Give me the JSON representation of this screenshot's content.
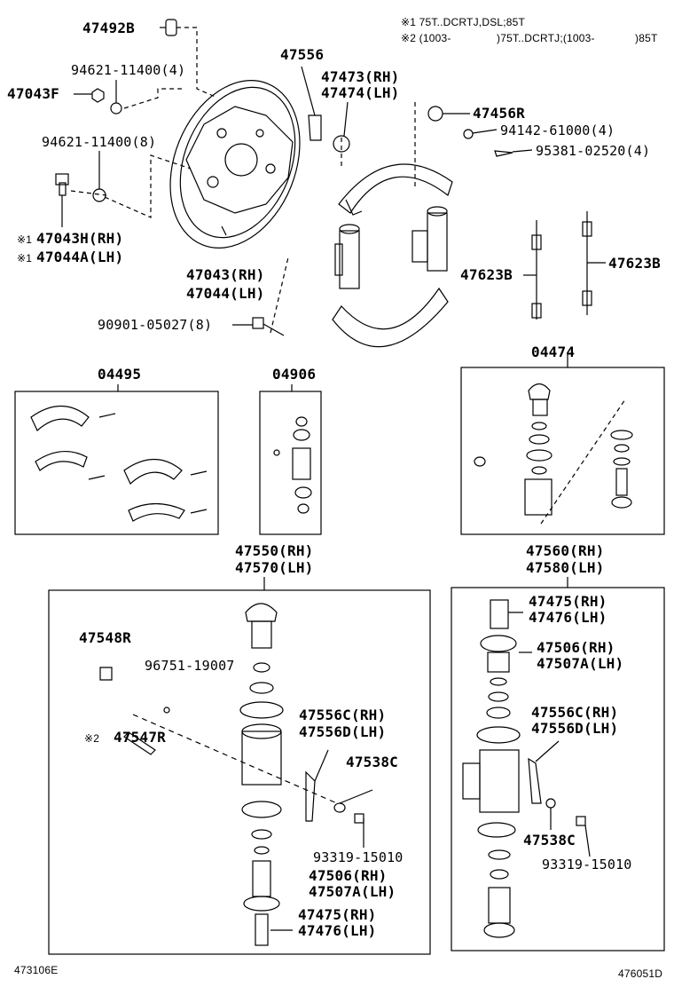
{
  "notes": {
    "n1": "※1 75T..DCRTJ,DSL;85T",
    "n2_a": "※2 (1003-",
    "n2_b": ")75T..DCRTJ;(1003-",
    "n2_c": ")85T"
  },
  "parts": {
    "p47492B": "47492B",
    "p94621_4": "94621-11400(4)",
    "p47043F": "47043F",
    "p94621_8": "94621-11400(8)",
    "mark1": "※1",
    "p47043H": "47043H(RH)",
    "p47044A": "47044A(LH)",
    "p47043RH": "47043(RH)",
    "p47044LH": "47044(LH)",
    "p90901": "90901-05027(8)",
    "p47556": "47556",
    "p47473": "47473(RH)",
    "p47474": "47474(LH)",
    "p47456R": "47456R",
    "p94142": "94142-61000(4)",
    "p95381": "95381-02520(4)",
    "p47623B_a": "47623B",
    "p47623B_b": "47623B",
    "k04495": "04495",
    "k04906": "04906",
    "k04474": "04474",
    "a47550": "47550(RH)",
    "a47570": "47570(LH)",
    "a47560": "47560(RH)",
    "a47580": "47580(LH)",
    "p47548R": "47548R",
    "p96751": "96751-19007",
    "mark2": "※2",
    "p47547R": "47547R",
    "l47556C": "47556C(RH)",
    "l47556D": "47556D(LH)",
    "l47538C": "47538C",
    "l93319": "93319-15010",
    "l47506": "47506(RH)",
    "l47507A": "47507A(LH)",
    "l47475": "47475(RH)",
    "l47476": "47476(LH)",
    "r47475": "47475(RH)",
    "r47476": "47476(LH)",
    "r47506": "47506(RH)",
    "r47507A": "47507A(LH)",
    "r47556C": "47556C(RH)",
    "r47556D": "47556D(LH)",
    "r47538C": "47538C",
    "r93319": "93319-15010"
  },
  "footer": {
    "left_code": "473106E",
    "right_code": "476051D"
  }
}
